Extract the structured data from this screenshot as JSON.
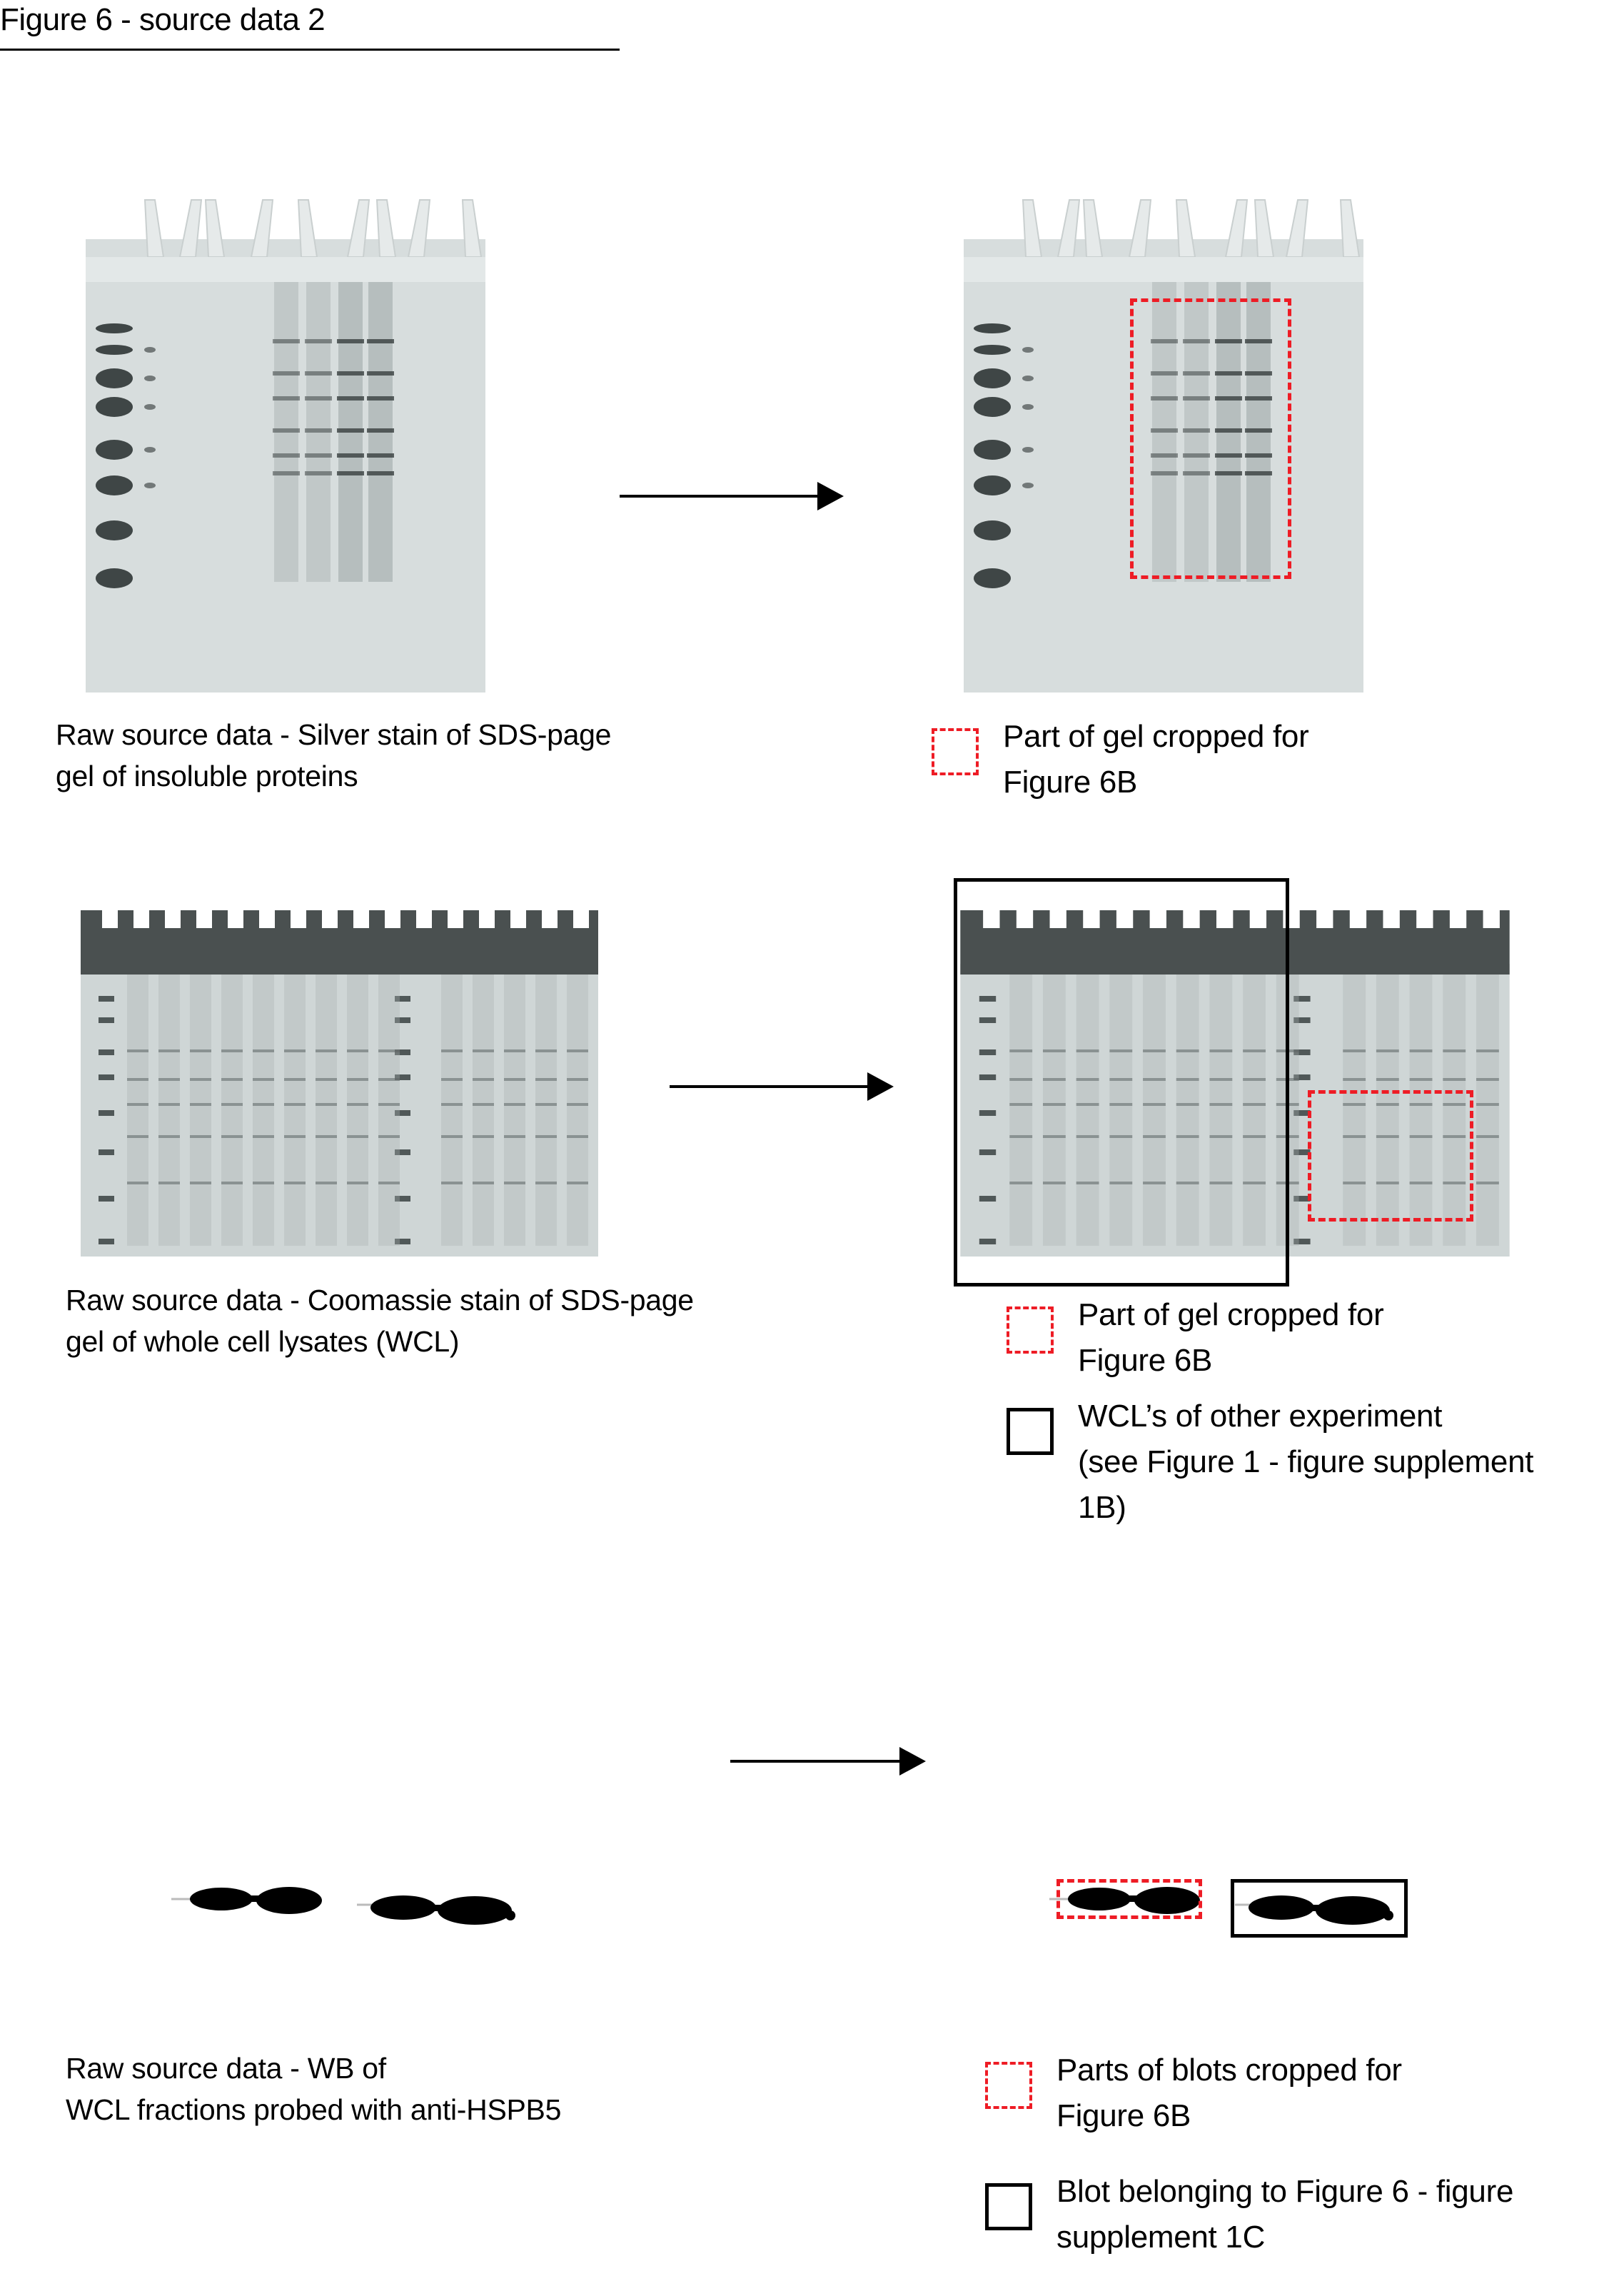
{
  "header": {
    "title": "Figure 6 - source data 2"
  },
  "colors": {
    "crop_marker": "#ee1c25",
    "other_marker": "#000000",
    "silver_gel_bg": "#d7dddd",
    "coomassie_gel_bg": "#cfd6d6",
    "coomassie_well_band": "#4a5050",
    "band_dark": "#2f3535"
  },
  "panels": [
    {
      "id": "silver-stain",
      "caption_lines": [
        "Raw source data - Silver stain of SDS-page",
        "gel of insoluble proteins"
      ],
      "arrow_icon": "right-arrow-icon",
      "legend": [
        {
          "marker": "red-dashed-box-icon",
          "lines": [
            "Part of gel cropped for",
            "Figure 6B"
          ]
        }
      ]
    },
    {
      "id": "coomassie-stain",
      "caption_lines": [
        "Raw source data - Coomassie stain of SDS-page",
        "gel of whole cell lysates (WCL)"
      ],
      "arrow_icon": "right-arrow-icon",
      "legend": [
        {
          "marker": "red-dashed-box-icon",
          "lines": [
            "Part of gel cropped for",
            "Figure 6B"
          ]
        },
        {
          "marker": "black-box-icon",
          "lines": [
            "WCL’s of other experiment",
            "(see Figure 1 - figure supplement",
            "1B)"
          ]
        }
      ]
    },
    {
      "id": "western-blot",
      "caption_lines": [
        "Raw source data - WB of",
        "WCL fractions probed with anti-HSPB5"
      ],
      "arrow_icon": "right-arrow-icon",
      "legend": [
        {
          "marker": "red-dashed-box-icon",
          "lines": [
            "Parts of blots cropped for",
            "Figure 6B"
          ]
        },
        {
          "marker": "black-box-icon",
          "lines": [
            "Blot belonging to Figure 6 - figure",
            "supplement 1C"
          ]
        }
      ]
    }
  ]
}
